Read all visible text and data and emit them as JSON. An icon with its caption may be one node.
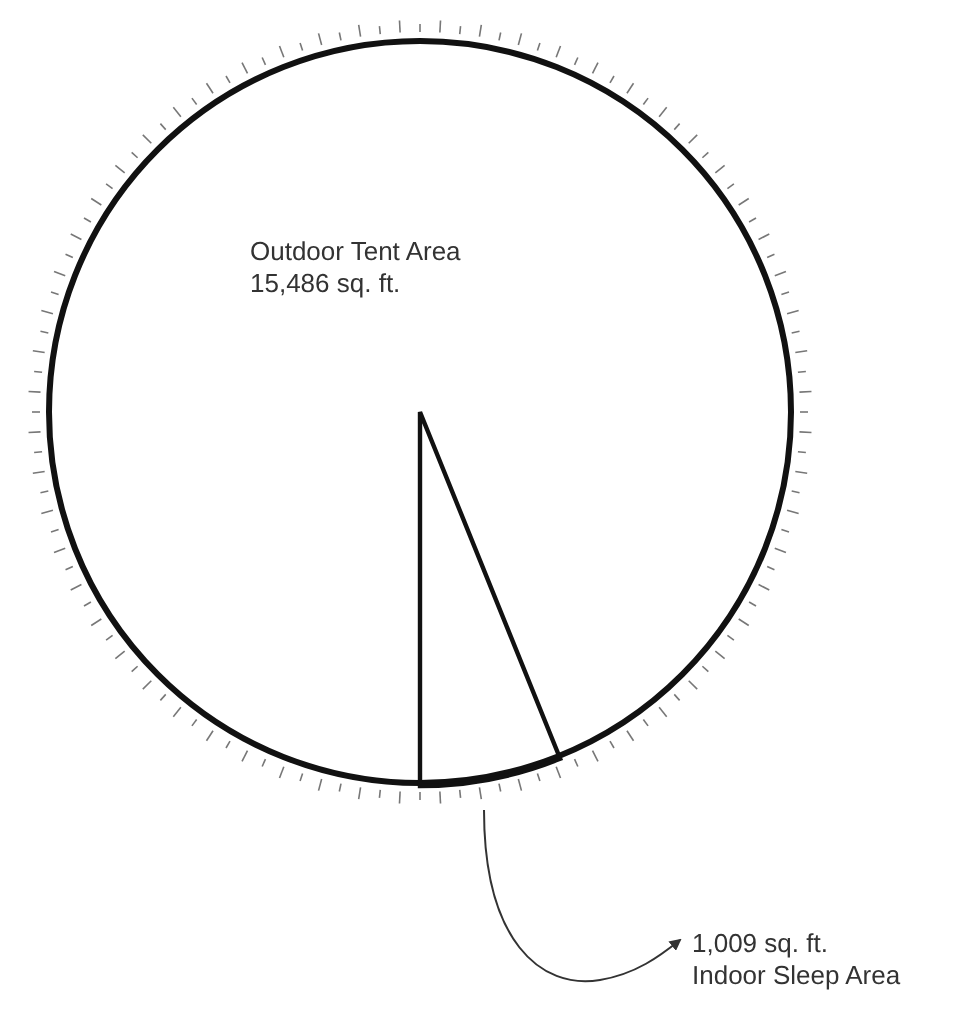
{
  "diagram": {
    "nodes": [
      {
        "text": [
          "Outdoor Tent Area",
          "15,486 sq. ft."
        ]
      },
      {
        "text": [
          "1,009 sq. ft.",
          "Indoor Sleep Area"
        ]
      },
      {
        "text": [],
        "shape": "wedge",
        "in": 0
      }
    ],
    "edges": [
      {
        "from": 2,
        "to": 1,
        "arrow": "to"
      }
    ]
  }
}
